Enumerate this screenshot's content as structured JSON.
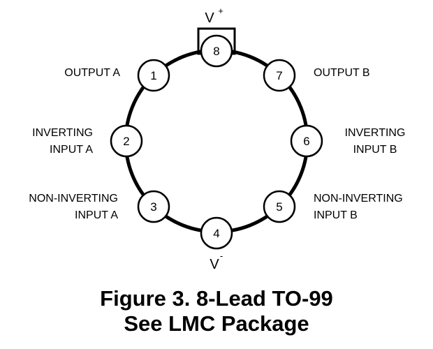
{
  "diagram": {
    "supply_top": {
      "base": "V",
      "sup": "+"
    },
    "supply_bottom": {
      "base": "V",
      "sup": "-"
    },
    "pins": [
      {
        "number": "1",
        "label_lines": [
          "OUTPUT A"
        ]
      },
      {
        "number": "2",
        "label_lines": [
          "INVERTING",
          "INPUT A"
        ]
      },
      {
        "number": "3",
        "label_lines": [
          "NON-INVERTING",
          "INPUT A"
        ]
      },
      {
        "number": "4",
        "label_lines": []
      },
      {
        "number": "5",
        "label_lines": [
          "NON-INVERTING",
          "INPUT B"
        ]
      },
      {
        "number": "6",
        "label_lines": [
          "INVERTING",
          "INPUT B"
        ]
      },
      {
        "number": "7",
        "label_lines": [
          "OUTPUT B"
        ]
      },
      {
        "number": "8",
        "label_lines": []
      }
    ]
  },
  "caption": {
    "title": "Figure 3.  8-Lead TO-99",
    "subtitle": "See LMC Package"
  }
}
